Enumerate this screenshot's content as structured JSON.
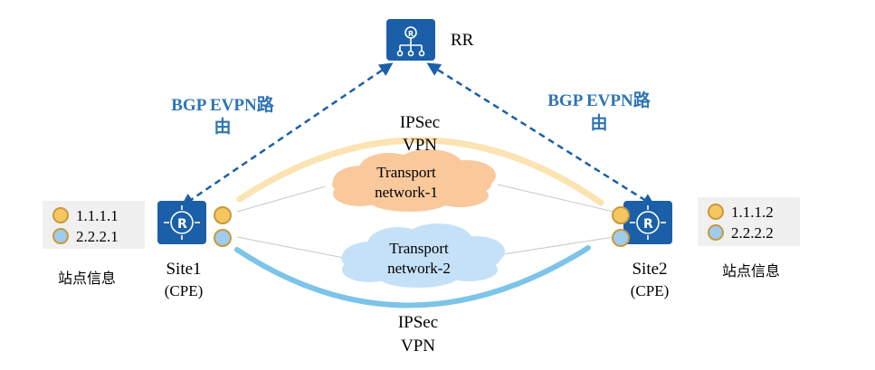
{
  "rr": {
    "label": "RR",
    "icon": "route-reflector-icon"
  },
  "bgp_left": {
    "line1": "BGP EVPN路",
    "line2": "由"
  },
  "bgp_right": {
    "line1": "BGP EVPN路",
    "line2": "由"
  },
  "ipsec_top": {
    "line1": "IPSec",
    "line2": "VPN"
  },
  "ipsec_bottom": {
    "line1": "IPSec",
    "line2": "VPN"
  },
  "transport1": {
    "line1": "Transport",
    "line2": "network-1"
  },
  "transport2": {
    "line1": "Transport",
    "line2": "network-2"
  },
  "site1": {
    "name": "Site1",
    "role": "(CPE)",
    "info_title": "站点信息",
    "addresses": [
      "1.1.1.1",
      "2.2.2.1"
    ]
  },
  "site2": {
    "name": "Site2",
    "role": "(CPE)",
    "info_title": "站点信息",
    "addresses": [
      "1.1.1.2",
      "2.2.2.2"
    ]
  },
  "colors": {
    "router_blue": "#1a5fa8",
    "bgp_text": "#2e74b5",
    "orange_port": "#f6c760",
    "orange_border": "#c89a3c",
    "blue_port": "#9fcbee",
    "tunnel_orange": "#fbe3b2",
    "tunnel_blue": "#7cc4e8",
    "cloud_orange": "#f9c99b",
    "cloud_blue": "#c5e1f8",
    "info_bg": "#f0f0f0"
  }
}
